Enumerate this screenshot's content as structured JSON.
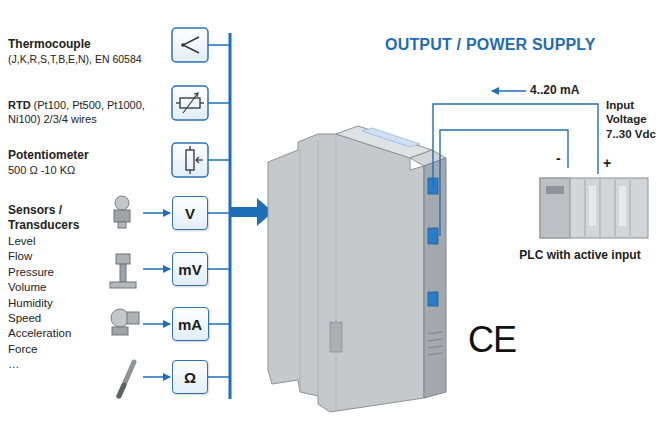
{
  "diagram": {
    "title": "OUTPUT / POWER SUPPLY",
    "nodes": [
      {
        "text": [
          "V"
        ]
      },
      {
        "text": [
          "mV"
        ]
      },
      {
        "text": [
          "mA"
        ]
      },
      {
        "text": [
          "Ω"
        ]
      },
      {
        "text": [
          "PLC with active input"
        ]
      }
    ],
    "labels": [
      "Thermocouple",
      "(J,K,R,S,T,B,E,N), EN 60584",
      "RTD",
      "(Pt100, Pt500, Pt1000, Ni100) 2/3/4 wires",
      "Potentiometer",
      "500 Ω -10 KΩ",
      "Sensors / Transducers",
      "Level",
      "Flow",
      "Pressure",
      "Volume",
      "Humidity",
      "Speed",
      "Acceleration",
      "Force",
      "…",
      "4..20 mA",
      "Input Voltage 7..30 Vdc",
      "-",
      "+",
      "CE"
    ]
  }
}
